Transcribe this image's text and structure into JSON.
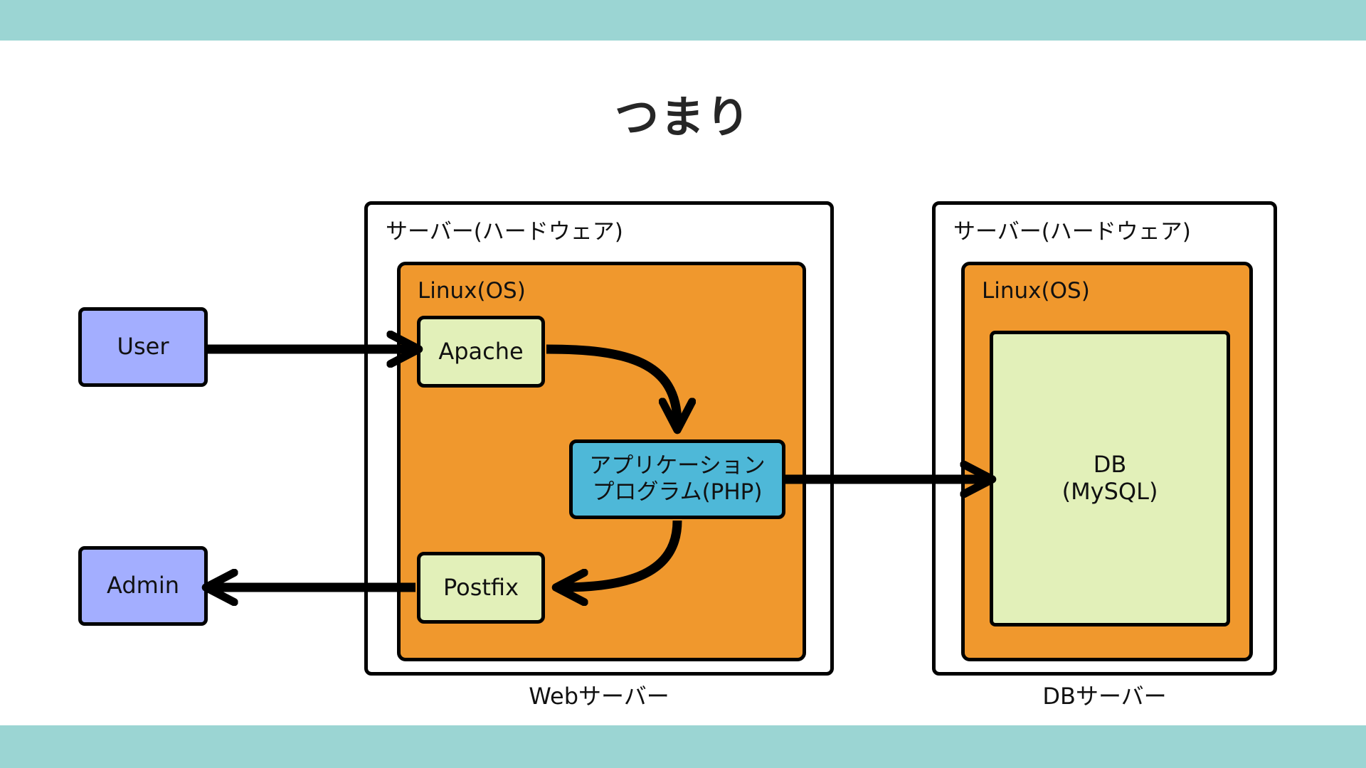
{
  "page": {
    "title": "つまり",
    "band_color": "#9bd5d3",
    "background": "#ffffff"
  },
  "diagram": {
    "type": "architecture-diagram",
    "web_server": {
      "hardware_label": "サーバー(ハードウェア)",
      "os_label": "Linux(OS)",
      "caption": "Webサーバー",
      "components": [
        {
          "id": "apache",
          "label": "Apache",
          "color": "#e2f0b9"
        },
        {
          "id": "php",
          "label_line1": "アプリケーション",
          "label_line2": "プログラム(PHP)",
          "color": "#4eb8d8"
        },
        {
          "id": "postfix",
          "label": "Postfix",
          "color": "#e2f0b9"
        }
      ]
    },
    "db_server": {
      "hardware_label": "サーバー(ハードウェア)",
      "os_label": "Linux(OS)",
      "caption": "DBサーバー",
      "components": [
        {
          "id": "db",
          "label_line1": "DB",
          "label_line2": "(MySQL)",
          "color": "#e2f0b9"
        }
      ]
    },
    "actors": [
      {
        "id": "user",
        "label": "User",
        "color": "#a3aeff"
      },
      {
        "id": "admin",
        "label": "Admin",
        "color": "#a3aeff"
      }
    ],
    "connections": [
      {
        "from": "user",
        "to": "apache",
        "style": "straight-arrow",
        "direction": "right"
      },
      {
        "from": "apache",
        "to": "php",
        "style": "curved-arrow",
        "direction": "down-right"
      },
      {
        "from": "php",
        "to": "db",
        "style": "straight-arrow",
        "direction": "right"
      },
      {
        "from": "php",
        "to": "postfix",
        "style": "curved-arrow",
        "direction": "down-left"
      },
      {
        "from": "postfix",
        "to": "admin",
        "style": "straight-arrow",
        "direction": "left"
      }
    ],
    "colors": {
      "os_orange": "#f0982d",
      "service_green": "#e2f0b9",
      "app_blue": "#4eb8d8",
      "actor_purple": "#a3aeff",
      "stroke": "#000000"
    }
  }
}
